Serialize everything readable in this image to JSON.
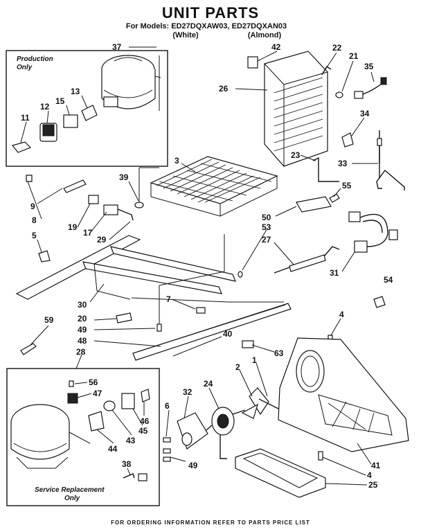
{
  "header": {
    "title": "UNIT PARTS",
    "models_line": "For Models: ED27DQXAW03, ED27DQXAN03",
    "color_white": "(White)",
    "color_almond": "(Almond)"
  },
  "boxes": {
    "production": {
      "line1": "Production",
      "line2": "Only"
    },
    "service": {
      "line1": "Service Replacement",
      "line2": "Only"
    }
  },
  "callouts": [
    "37",
    "42",
    "22",
    "21",
    "35",
    "26",
    "13",
    "15",
    "12",
    "11",
    "34",
    "23",
    "33",
    "3",
    "39",
    "55",
    "9",
    "8",
    "19",
    "17",
    "29",
    "50",
    "53",
    "27",
    "5",
    "31",
    "54",
    "30",
    "7",
    "20",
    "49",
    "48",
    "40",
    "4",
    "59",
    "28",
    "63",
    "56",
    "47",
    "46",
    "45",
    "43",
    "44",
    "38",
    "32",
    "24",
    "6",
    "2",
    "1",
    "41",
    "25"
  ],
  "footer": "FOR ORDERING INFORMATION REFER TO PARTS PRICE LIST"
}
